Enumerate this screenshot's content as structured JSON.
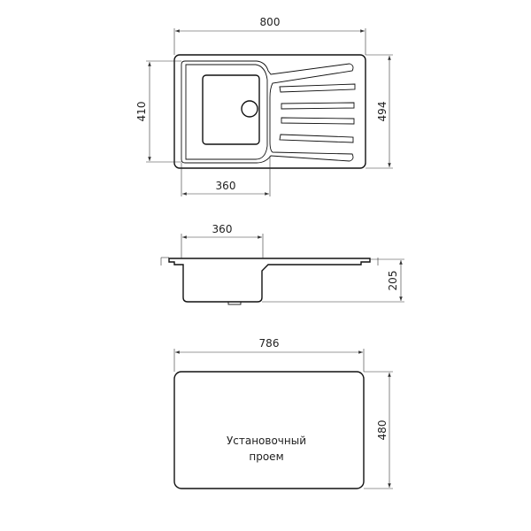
{
  "top_view": {
    "width_dim": "800",
    "depth_dim": "494",
    "bowl_depth_dim": "410",
    "bowl_width_dim": "360"
  },
  "side_view": {
    "bowl_width_dim": "360",
    "height_dim": "205"
  },
  "cutout": {
    "width_dim": "786",
    "height_dim": "480",
    "label_line1": "Установочный",
    "label_line2": "проем"
  }
}
